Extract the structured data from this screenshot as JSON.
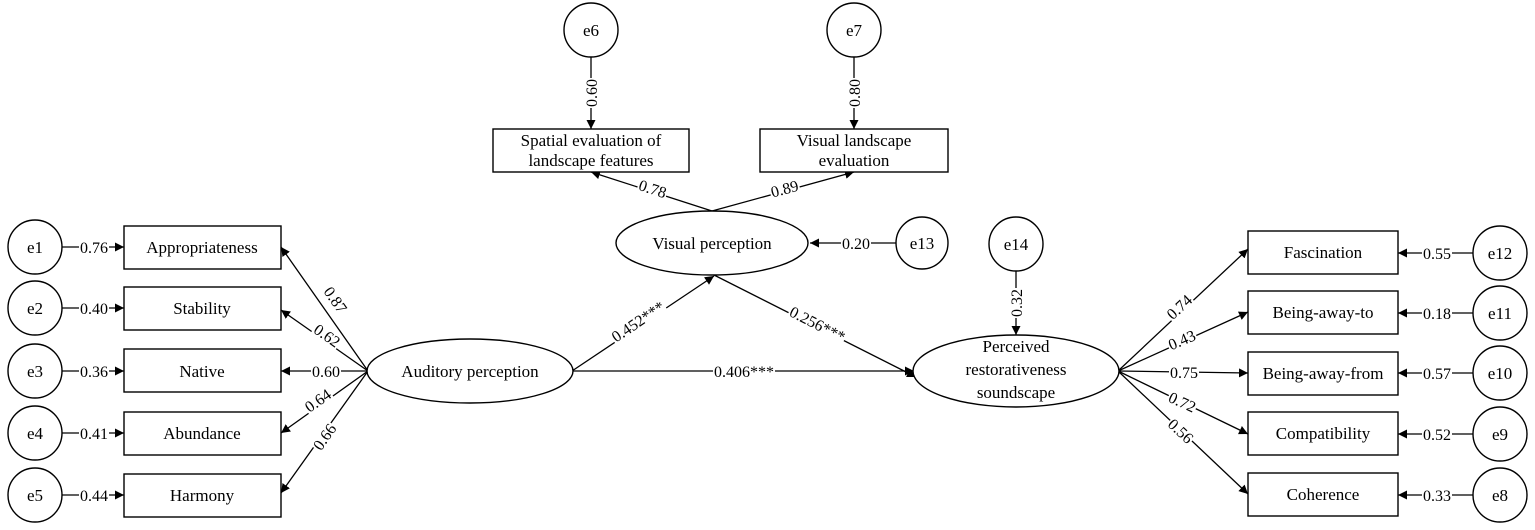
{
  "nodes": {
    "e1": "e1",
    "e2": "e2",
    "e3": "e3",
    "e4": "e4",
    "e5": "e5",
    "e6": "e6",
    "e7": "e7",
    "e8": "e8",
    "e9": "e9",
    "e10": "e10",
    "e11": "e11",
    "e12": "e12",
    "e13": "e13",
    "e14": "e14",
    "appropriateness": "Appropriateness",
    "stability": "Stability",
    "native": "Native",
    "abundance": "Abundance",
    "harmony": "Harmony",
    "spatial": [
      "Spatial evaluation of",
      "landscape features"
    ],
    "visual_landscape": [
      "Visual landscape",
      "evaluation"
    ],
    "visual_perception": "Visual perception",
    "auditory_perception": "Auditory perception",
    "perceived": [
      "Perceived",
      "restorativeness",
      "soundscape"
    ],
    "fascination": "Fascination",
    "being_away_to": "Being-away-to",
    "being_away_from": "Being-away-from",
    "compatibility": "Compatibility",
    "coherence": "Coherence"
  },
  "coefficients": {
    "e1": "0.76",
    "e2": "0.40",
    "e3": "0.36",
    "e4": "0.41",
    "e5": "0.44",
    "e6": "0.60",
    "e7": "0.80",
    "e13": "0.20",
    "e14": "0.32",
    "e12": "0.55",
    "e11": "0.18",
    "e10": "0.57",
    "e9": "0.52",
    "e8": "0.33",
    "aud_appropriateness": "0.87",
    "aud_stability": "0.62",
    "aud_native": "0.60",
    "aud_abundance": "0.64",
    "aud_harmony": "0.66",
    "vis_spatial": "0.78",
    "vis_landscape": "0.89",
    "aud_vis": "0.452***",
    "vis_per": "0.256***",
    "aud_per": "0.406***",
    "per_fascination": "0.74",
    "per_being_away_to": "0.43",
    "per_being_away_from": "0.75",
    "per_compatibility": "0.72",
    "per_coherence": "0.56"
  }
}
